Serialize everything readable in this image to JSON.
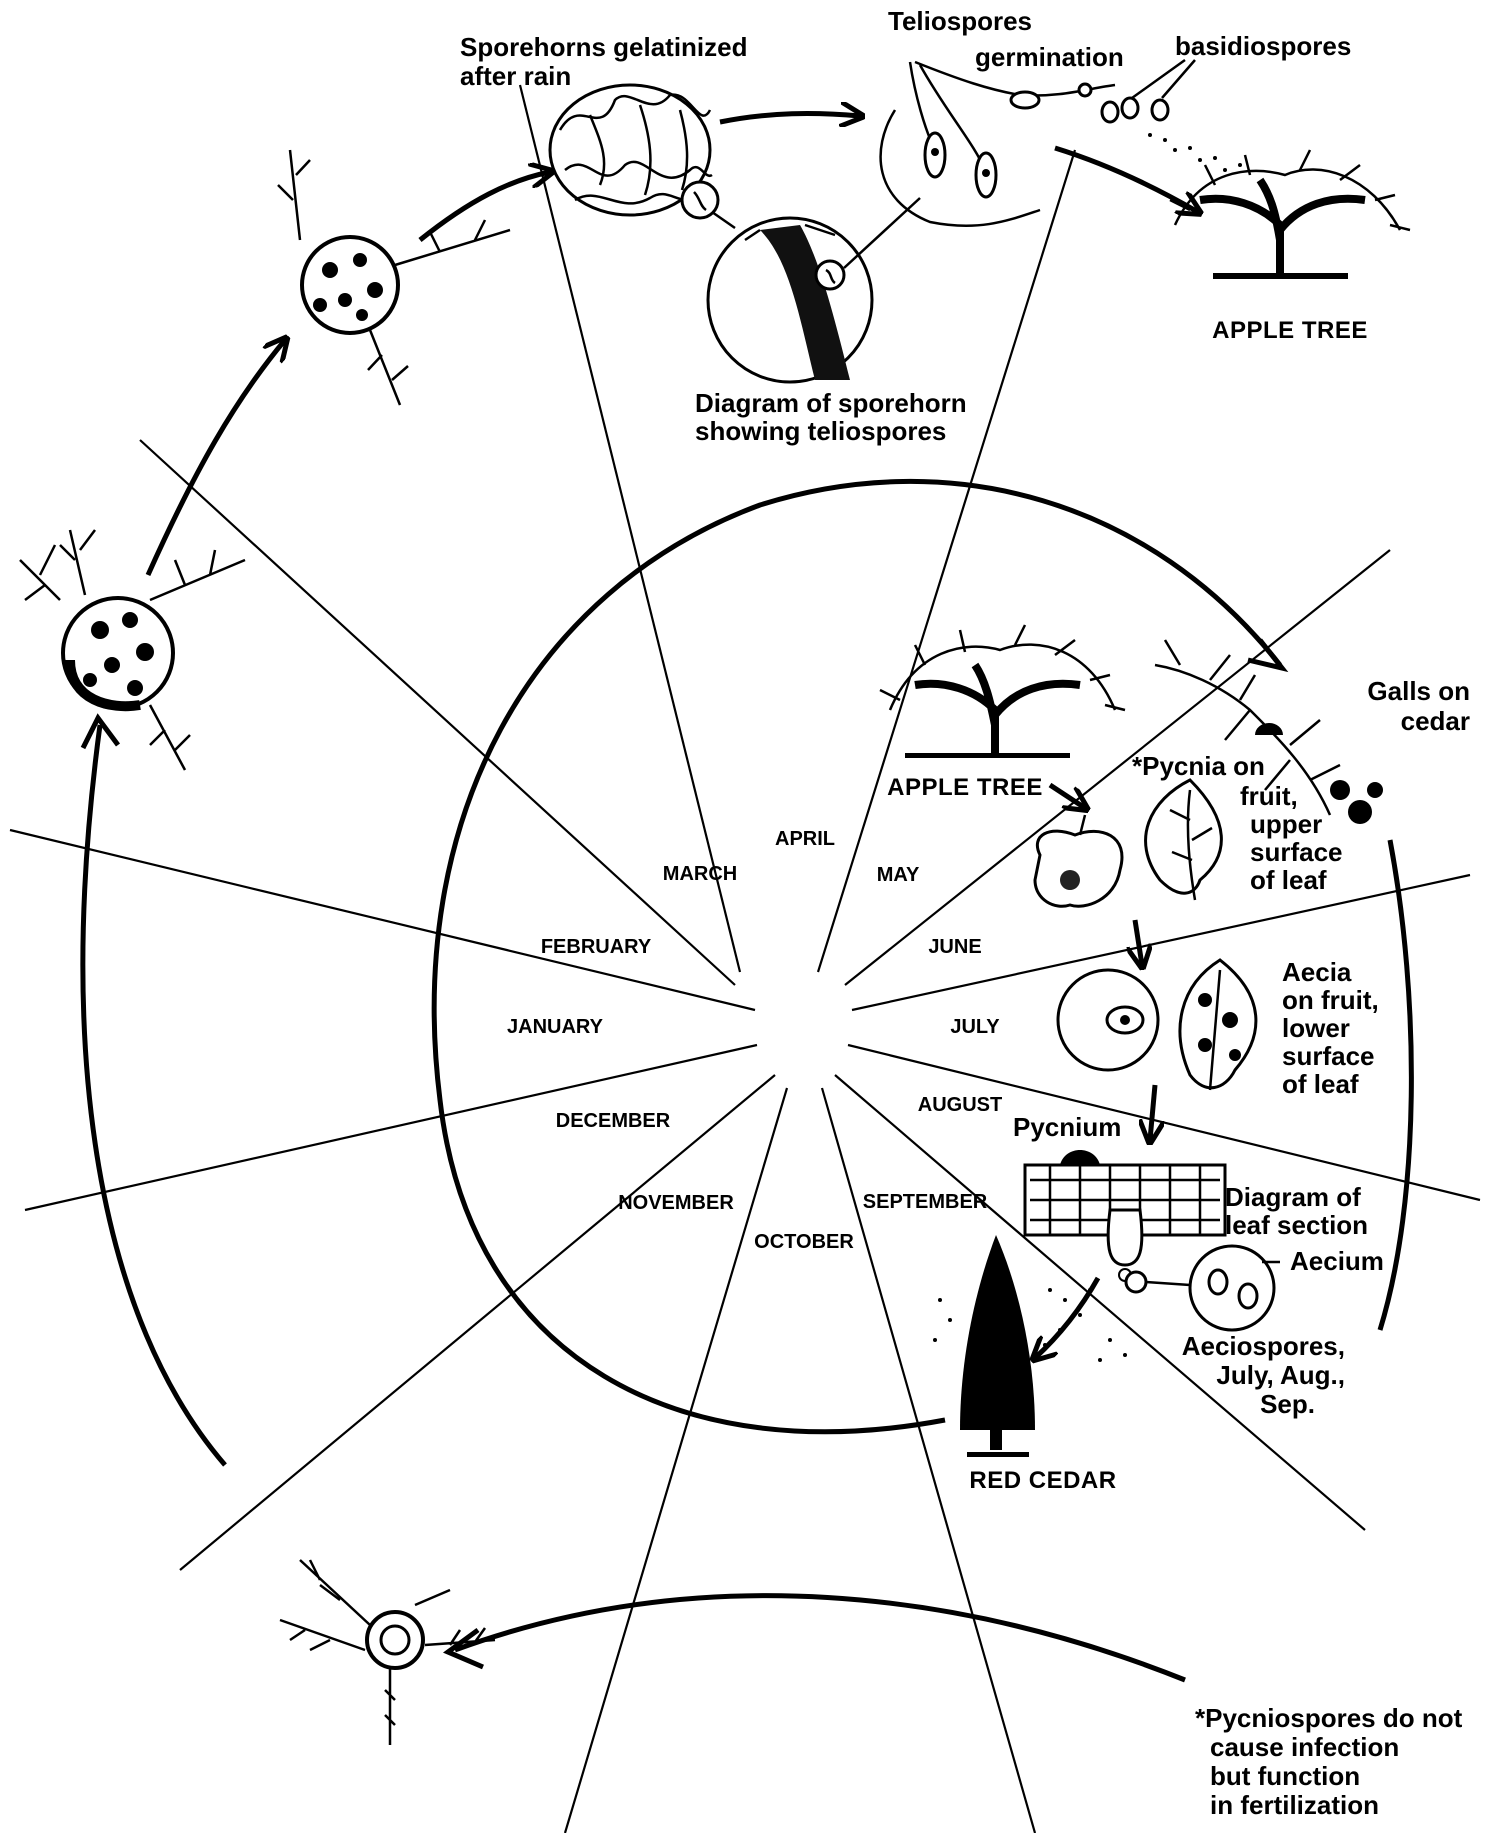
{
  "months": [
    "JANUARY",
    "FEBRUARY",
    "MARCH",
    "APRIL",
    "MAY",
    "JUNE",
    "JULY",
    "AUGUST",
    "SEPTEMBER",
    "OCTOBER",
    "NOVEMBER",
    "DECEMBER"
  ],
  "labels": {
    "sporehorns": [
      "Sporehorns gelatinized",
      "after rain"
    ],
    "teliospores": "Teliospores",
    "germination": "germination",
    "basidiospores": "basidiospores",
    "apple_tree_top": "APPLE TREE",
    "sporehorn_diagram": [
      "Diagram of sporehorn",
      "showing teliospores"
    ],
    "galls_on_cedar": [
      "Galls on",
      "cedar"
    ],
    "apple_tree_center": "APPLE TREE",
    "pycnia": [
      "*Pycnia on",
      "fruit,",
      "upper",
      "surface",
      "of leaf"
    ],
    "aecia": [
      "Aecia",
      "on fruit,",
      "lower",
      "surface",
      "of leaf"
    ],
    "pycnium": "Pycnium",
    "leaf_section": [
      "Diagram of",
      "leaf section"
    ],
    "aecium": "Aecium",
    "aeciospores": [
      "Aeciospores,",
      "July, Aug.,",
      "Sep."
    ],
    "red_cedar": "RED CEDAR",
    "footnote": [
      "*Pycniospores do not",
      "cause infection",
      "but function",
      "in fertilization"
    ]
  }
}
